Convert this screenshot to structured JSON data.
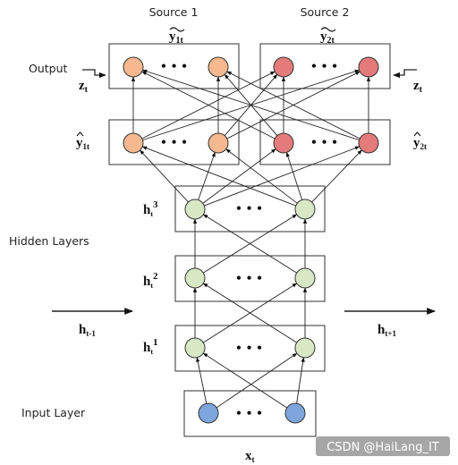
{
  "labels": {
    "source1": "Source 1",
    "source2": "Source 2",
    "output": "Output",
    "hidden_layers": "Hidden Layers",
    "input_layer": "Input Layer",
    "ellipsis": "• • •",
    "watermark": "CSDN @HaiLang_IT"
  },
  "math": {
    "y1t_tilde_base": "y",
    "y1t_tilde_sub": "1t",
    "y2t_tilde_base": "y",
    "y2t_tilde_sub": "2t",
    "zt_left_base": "z",
    "zt_left_sub": "t",
    "zt_right_base": "z",
    "zt_right_sub": "t",
    "y1t_hat_base": "y",
    "y1t_hat_sub": "1t",
    "y2t_hat_base": "y",
    "y2t_hat_sub": "2t",
    "h3_base": "h",
    "h3_sub": "t",
    "h3_sup": "3",
    "h2_base": "h",
    "h2_sub": "t",
    "h2_sup": "2",
    "h1_base": "h",
    "h1_sub": "t",
    "h1_sup": "1",
    "hprev_base": "h",
    "hprev_sub": "t-1",
    "hnext_base": "h",
    "hnext_sub": "t+1",
    "xt_base": "x",
    "xt_sub": "t"
  },
  "colors": {
    "source1_node": "#f6b88e",
    "source2_node": "#e47b7b",
    "hidden_node": "#d9e8c4",
    "input_node": "#7ea6dc"
  }
}
